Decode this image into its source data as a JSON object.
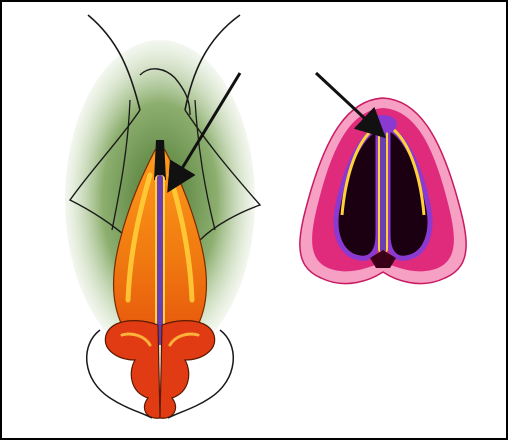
{
  "diagram": {
    "panels": [
      {
        "view": "frontal",
        "pointer": "arrow"
      },
      {
        "view": "basal",
        "pointer": "arrow"
      }
    ],
    "colors": {
      "frame": "#000000",
      "background": "#ffffff",
      "shadow_green": "#4f7a33",
      "cartilage_orange": "#f07a10",
      "cartilage_highlight": "#ffd23a",
      "septum_purple": "#6b3fb0",
      "alar_red": "#e03b12",
      "skin_pink": "#e02a7c",
      "skin_light": "#f6a0c4",
      "nostril_dark": "#1a0010",
      "outline": "#1a1a1a",
      "arrow": "#111111"
    }
  }
}
